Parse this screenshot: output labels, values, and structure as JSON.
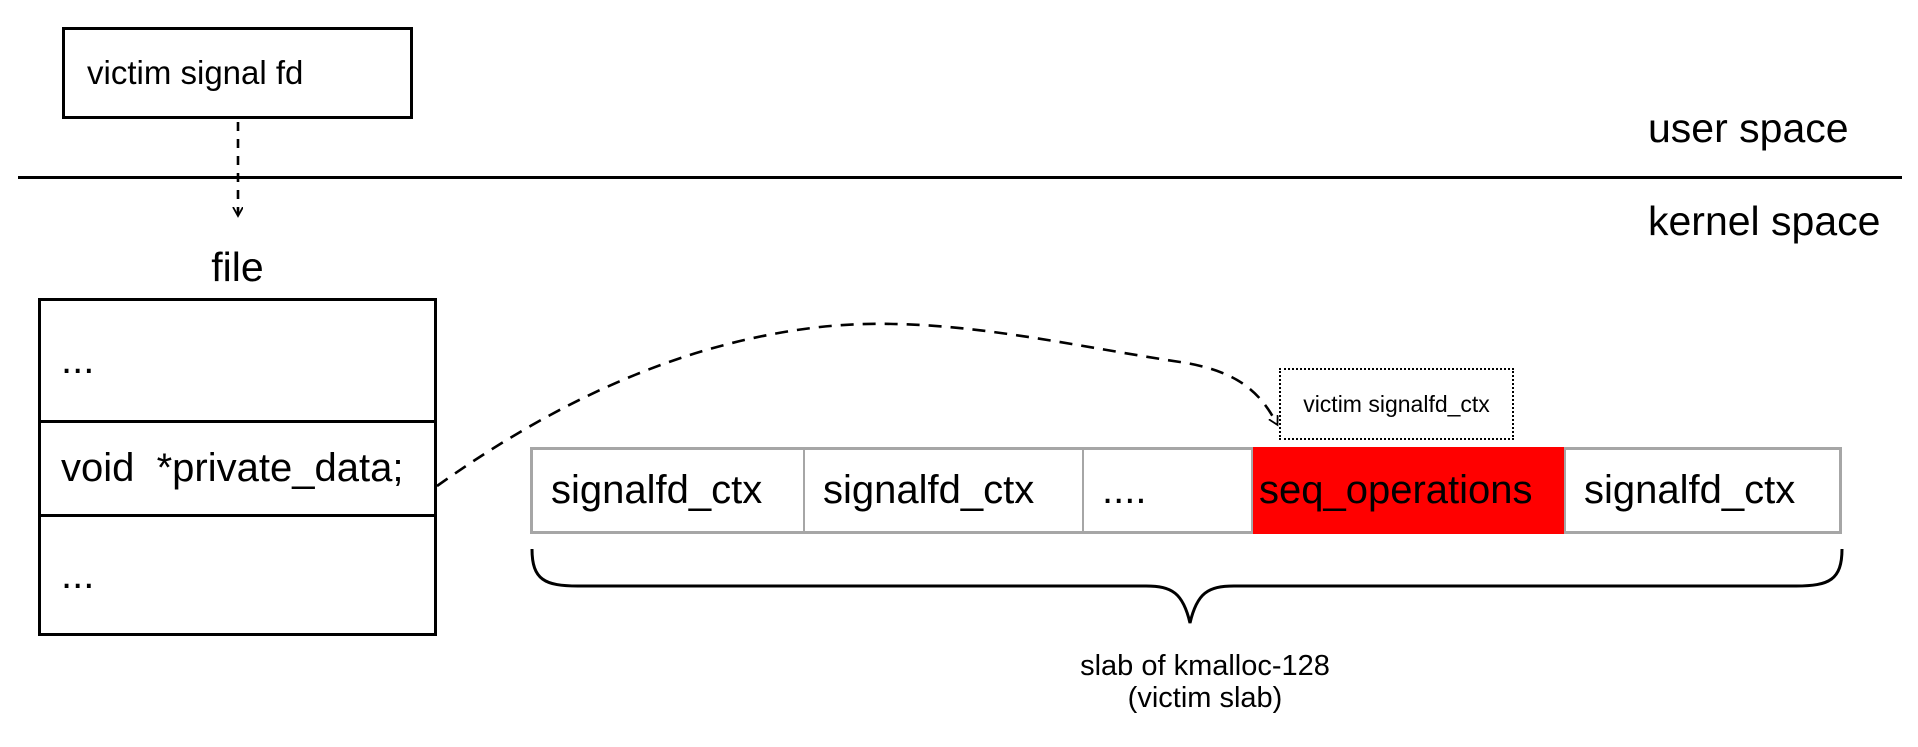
{
  "regions": {
    "user_space_label": "user space",
    "kernel_space_label": "kernel space"
  },
  "victim_fd_box": {
    "label": "victim signal fd"
  },
  "file_struct": {
    "title": "file",
    "rows": [
      "...",
      "void  *private_data;",
      "..."
    ]
  },
  "victim_ctx_box": {
    "label": "victim signalfd_ctx"
  },
  "slab": {
    "cells": [
      {
        "label": "signalfd_ctx",
        "highlight": false
      },
      {
        "label": "signalfd_ctx",
        "highlight": false
      },
      {
        "label": "....",
        "highlight": false
      },
      {
        "label": "seq_operations",
        "highlight": true
      },
      {
        "label": "signalfd_ctx",
        "highlight": false
      }
    ],
    "caption_line1": "slab of kmalloc-128",
    "caption_line2": "(victim slab)"
  },
  "colors": {
    "highlight_fill": "#ff0000",
    "slab_border": "#a6a6a6",
    "stroke": "#000000",
    "background": "#ffffff"
  }
}
